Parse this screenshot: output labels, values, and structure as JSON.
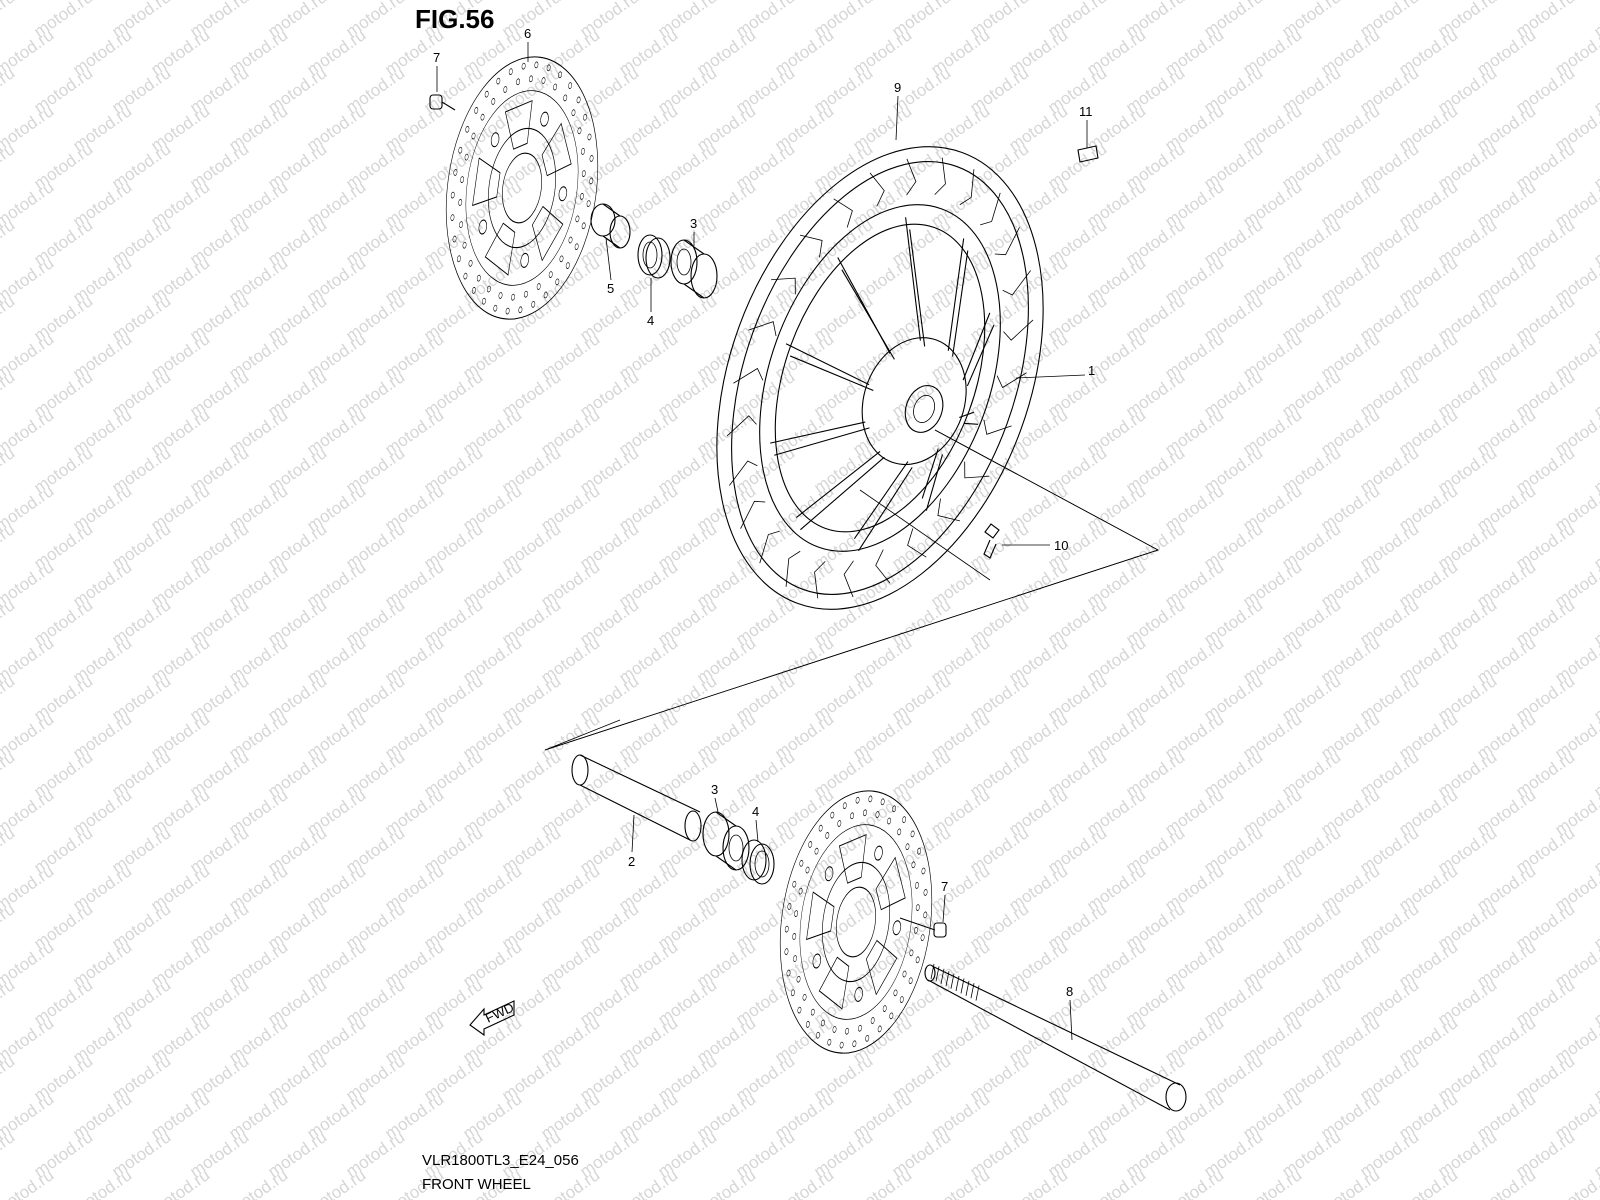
{
  "figure": {
    "title": "FIG.56",
    "model_code": "VLR1800TL3_E24_056",
    "section_name": "FRONT WHEEL"
  },
  "watermark": "motod.ru",
  "fwd_marker": "FWD",
  "callouts": [
    "1",
    "2",
    "3",
    "3",
    "4",
    "4",
    "5",
    "6",
    "7",
    "7",
    "8",
    "9",
    "10",
    "11"
  ],
  "colors": {
    "line": "#000000",
    "watermark": "#d6d6d6",
    "background": "#ffffff"
  }
}
